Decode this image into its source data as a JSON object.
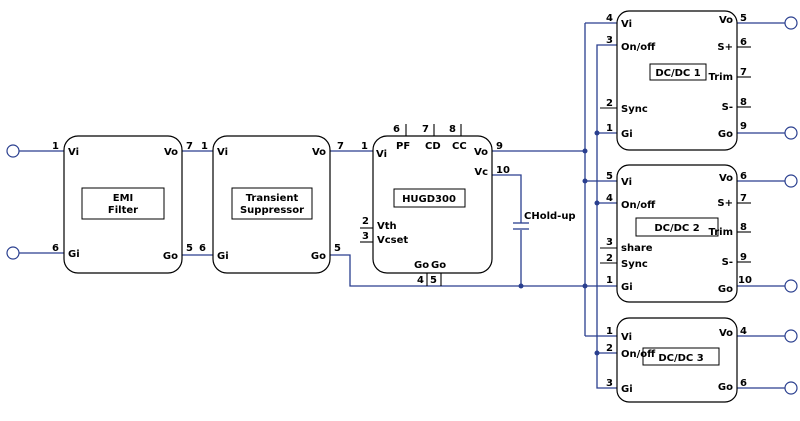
{
  "blocks": {
    "emi": {
      "title_line1": "EMI",
      "title_line2": "Filter",
      "vi": "Vi",
      "vo": "Vo",
      "gi": "Gi",
      "go": "Go",
      "pin_vi": "1",
      "pin_gi": "6",
      "pin_vo": "7",
      "pin_go": "5"
    },
    "transient": {
      "title_line1": "Transient",
      "title_line2": "Suppressor",
      "vi": "Vi",
      "vo": "Vo",
      "gi": "Gi",
      "go": "Go",
      "pin_vi": "1",
      "pin_gi": "6",
      "pin_vo": "7",
      "pin_go": "5"
    },
    "hugd": {
      "title": "HUGD300",
      "vi": "Vi",
      "vo": "Vo",
      "vc": "Vc",
      "vth": "Vth",
      "vcset": "Vcset",
      "pf": "PF",
      "cd": "CD",
      "cc": "CC",
      "go1": "Go",
      "go2": "Go",
      "pin_vi": "1",
      "pin_vo": "9",
      "pin_vc": "10",
      "pin_vth": "2",
      "pin_vcset": "3",
      "pin_pf": "6",
      "pin_cd": "7",
      "pin_cc": "8",
      "pin_go1": "4",
      "pin_go2": "5"
    },
    "dcdc1": {
      "title": "DC/DC 1",
      "vi": "Vi",
      "onoff": "On/off",
      "sync": "Sync",
      "gi": "Gi",
      "vo": "Vo",
      "sp": "S+",
      "trim": "Trim",
      "sm": "S-",
      "go": "Go",
      "pin_vi": "4",
      "pin_onoff": "3",
      "pin_sync": "2",
      "pin_gi": "1",
      "pin_vo": "5",
      "pin_sp": "6",
      "pin_trim": "7",
      "pin_sm": "8",
      "pin_go": "9"
    },
    "dcdc2": {
      "title": "DC/DC 2",
      "vi": "Vi",
      "onoff": "On/off",
      "share": "share",
      "sync": "Sync",
      "gi": "Gi",
      "vo": "Vo",
      "sp": "S+",
      "trim": "Trim",
      "sm": "S-",
      "go": "Go",
      "pin_vi": "5",
      "pin_onoff": "4",
      "pin_share": "3",
      "pin_sync": "2",
      "pin_gi": "1",
      "pin_vo": "6",
      "pin_sp": "7",
      "pin_trim": "8",
      "pin_sm": "9",
      "pin_go": "10"
    },
    "dcdc3": {
      "title": "DC/DC 3",
      "vi": "Vi",
      "onoff": "On/off",
      "gi": "Gi",
      "vo": "Vo",
      "go": "Go",
      "pin_vi": "1",
      "pin_onoff": "2",
      "pin_gi": "3",
      "pin_vo": "4",
      "pin_go": "6"
    }
  },
  "capacitor": {
    "label": "CHold-up"
  },
  "colors": {
    "wire": "#2a3f8f",
    "outline": "#000000"
  }
}
